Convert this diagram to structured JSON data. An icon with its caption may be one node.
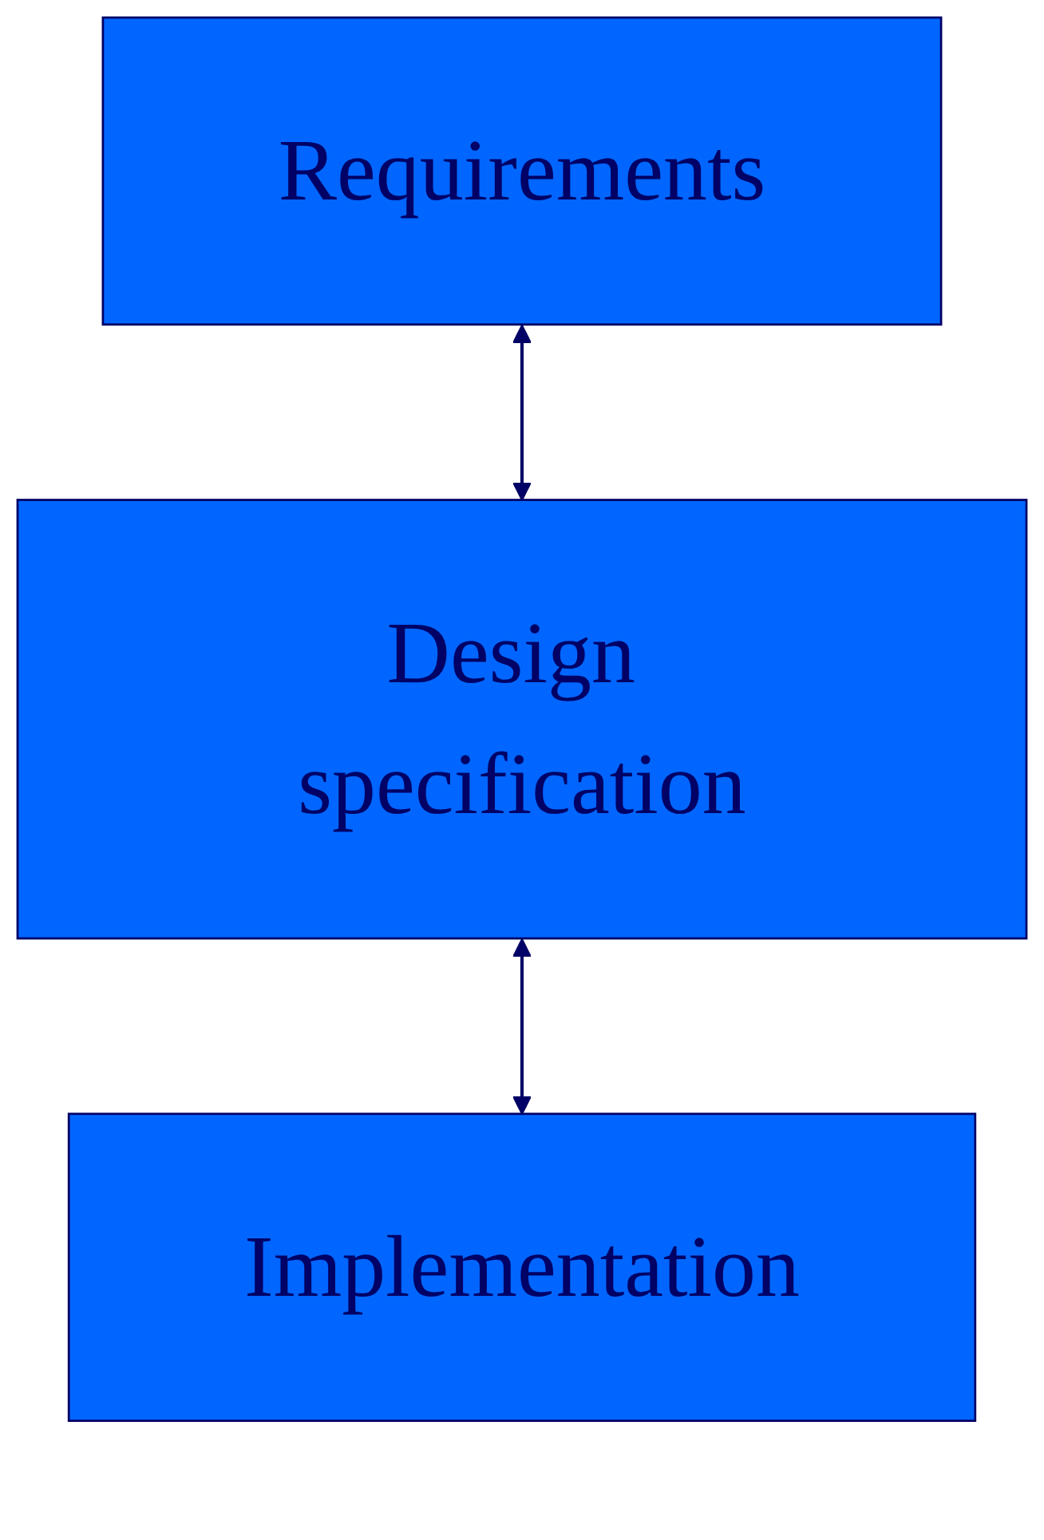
{
  "diagram": {
    "nodes": [
      {
        "text": [
          "Requirements"
        ]
      },
      {
        "text": [
          "Design specification"
        ]
      },
      {
        "text": [
          "Implementation"
        ]
      }
    ],
    "edges": [
      {
        "from": 0,
        "to": 1,
        "arrow": "both"
      },
      {
        "from": 1,
        "to": 2,
        "arrow": "both"
      }
    ]
  }
}
